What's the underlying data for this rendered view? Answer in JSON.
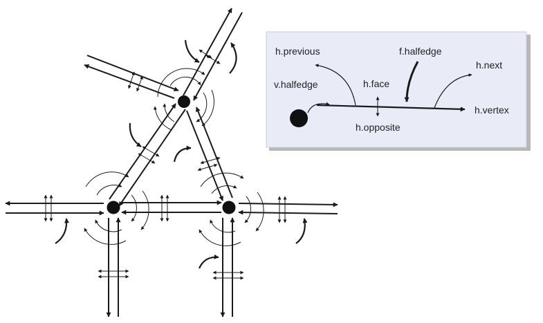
{
  "colors": {
    "ink": "#1a1a1a",
    "legend_fill": "#e9ebf6",
    "legend_shadow": "#9a9a9a",
    "vertex": "#111111"
  },
  "legend": {
    "labels": {
      "h_previous": "h.previous",
      "f_halfedge": "f.halfedge",
      "h_next": "h.next",
      "v_halfedge": "v.halfedge",
      "h_face": "h.face",
      "h_vertex": "h.vertex",
      "h_opposite": "h.opposite"
    }
  },
  "mesh": {
    "vertices": [
      "top-vertex",
      "left-vertex",
      "right-vertex"
    ],
    "edges": [
      "left-right",
      "left-top",
      "right-top"
    ],
    "dangling_edges": [
      "top-upper-right",
      "top-upper-left",
      "left-west",
      "left-south",
      "right-east",
      "right-south"
    ]
  }
}
